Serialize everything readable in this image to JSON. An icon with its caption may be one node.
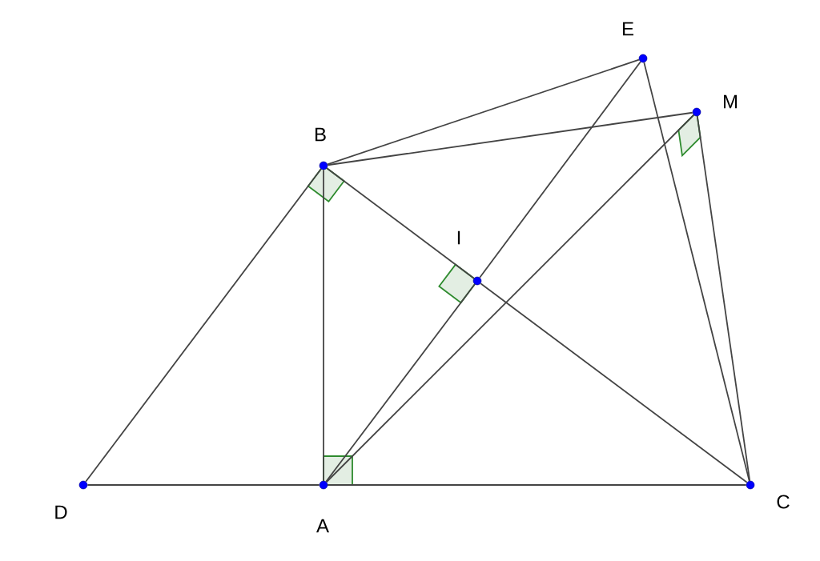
{
  "diagram": {
    "nodes": [
      {
        "text": [],
        "shape": "circle",
        "beside": [
          "E"
        ]
      },
      {
        "text": [],
        "shape": "circle",
        "beside": [
          "M"
        ]
      },
      {
        "text": [],
        "shape": "circle",
        "beside": [
          "B"
        ]
      },
      {
        "text": [],
        "shape": "circle",
        "beside": [
          "I"
        ]
      },
      {
        "text": [],
        "shape": "circle",
        "beside": [
          "D"
        ]
      },
      {
        "text": [],
        "shape": "circle",
        "beside": [
          "A"
        ]
      },
      {
        "text": [],
        "shape": "circle",
        "beside": [
          "C"
        ]
      }
    ],
    "edges": [
      {
        "from": 4,
        "to": 2,
        "arrow": "none"
      },
      {
        "from": 2,
        "to": 5,
        "arrow": "none"
      },
      {
        "from": 4,
        "to": 5,
        "arrow": "none"
      },
      {
        "from": 5,
        "to": 6,
        "arrow": "none"
      },
      {
        "from": 2,
        "to": 3,
        "arrow": "none"
      },
      {
        "from": 3,
        "to": 6,
        "arrow": "none"
      },
      {
        "from": 5,
        "to": 3,
        "arrow": "none"
      },
      {
        "from": 3,
        "to": 0,
        "arrow": "none"
      },
      {
        "from": 5,
        "to": 1,
        "arrow": "none"
      },
      {
        "from": 2,
        "to": 0,
        "arrow": "none"
      },
      {
        "from": 2,
        "to": 1,
        "arrow": "none"
      },
      {
        "from": 0,
        "to": 6,
        "arrow": "none"
      },
      {
        "from": 1,
        "to": 6,
        "arrow": "none"
      }
    ]
  }
}
